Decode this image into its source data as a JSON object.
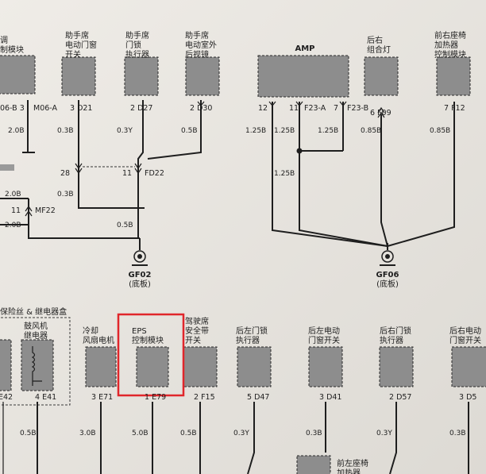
{
  "components": {
    "c_left_ctrl": "调\n制模块",
    "c_d21": "助手席\n电动门窗\n开关",
    "c_d27": "助手席\n门锁\n执行器",
    "c_d30": "助手席\n电动室外\n后视镜",
    "c_amp": "AMP",
    "c_f09": "后右\n组合灯",
    "c_f12": "前右座椅\n加热器\n控制模块",
    "c_fuse": "保险丝 & 继电器盒",
    "c_relay": "鼓风机\n继电器",
    "c_fan": "冷却\n风扇电机",
    "c_eps": "EPS\n控制模块",
    "c_belt": "驾驶席\n安全带\n开关",
    "c_rl_lock": "后左门锁\n执行器",
    "c_rl_win": "后左电动\n门窗开关",
    "c_rr_lock": "后右门锁\n执行器",
    "c_rr_win": "后右电动\n门窗开关",
    "c_fl_seat": "前左座椅\n加热器"
  },
  "pins": {
    "p_m06b": "06-B 3",
    "p_m06a": "M06-A",
    "p_d21": "3 D21",
    "p_d27": "2 D27",
    "p_d30": "2 D30",
    "p_amp12": "12",
    "p_amp11": "11",
    "p_f23a": "F23-A",
    "p_amp7": "7",
    "p_f23b": "F23-B",
    "p_f09": "6 F09",
    "p_f12": "7 F12",
    "p_e42": "E42",
    "p_e41": "4 E41",
    "p_e71": "3 E71",
    "p_e79": "1 E79",
    "p_f15": "2 F15",
    "p_d47": "5 D47",
    "p_d41": "3 D41",
    "p_d57": "2 D57",
    "p_d5x": "3 D5",
    "p_fd22": "FD22",
    "p_fd22_n": "11",
    "p_fd_28": "28",
    "p_mf22": "MF22",
    "p_mf22_n": "11"
  },
  "wires": {
    "w_m06": "2.0B",
    "w_d21": "0.3B",
    "w_d27": "0.3Y",
    "w_d30": "0.5B",
    "w_amp12": "1.25B",
    "w_amp11": "1.25B",
    "w_amp7": "1.25B",
    "w_amp_mid": "1.25B",
    "w_f09": "0.85B",
    "w_f12": "0.85B",
    "w_fd28": "0.3B",
    "w_mf_top": "2.0B",
    "w_mf_bot": "2.0B",
    "w_gf02": "0.5B",
    "w_e41": "0.5B",
    "w_e71": "3.0B",
    "w_e79": "5.0B",
    "w_f15": "0.5B",
    "w_d47": "0.3Y",
    "w_d41": "0.3B",
    "w_d57": "0.3Y",
    "w_d5x": "0.3B"
  },
  "grounds": {
    "gf02": "GF02",
    "gf02_sub": "(底板)",
    "gf06": "GF06",
    "gf06_sub": "(底板)"
  },
  "highlight_color": "#e0262b"
}
